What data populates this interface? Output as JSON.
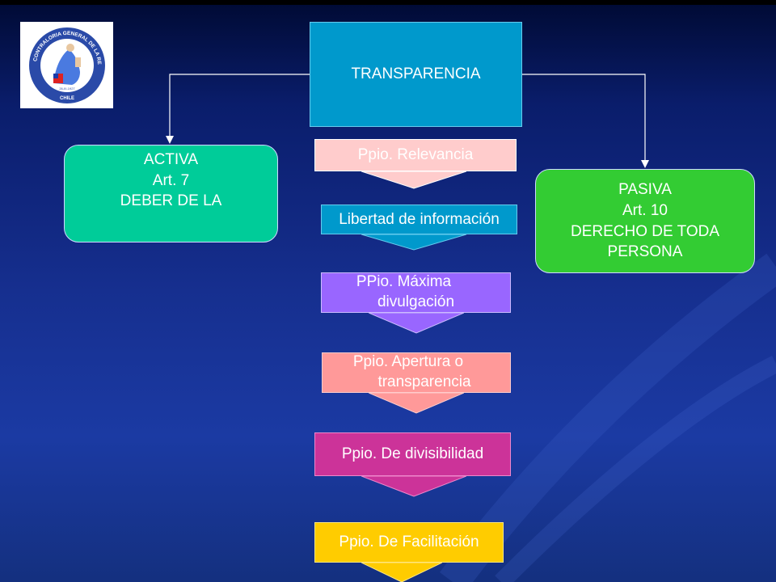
{
  "logo": {
    "text": "CONTRALORIA GENERAL DE LA REPUBLICA",
    "country": "CHILE",
    "date": "26-III-1927"
  },
  "top": {
    "label": "TRANSPARENCIA"
  },
  "activa": {
    "line1": "ACTIVA",
    "line2": "Art. 7",
    "line3": "DEBER DE LA"
  },
  "pasiva": {
    "line1": "PASIVA",
    "line2": "Art. 10",
    "line3": "DERECHO DE TODA",
    "line4": "PERSONA"
  },
  "steps": [
    {
      "line1": "Ppio. Relevancia",
      "line2": ""
    },
    {
      "line1": "Libertad de información",
      "line2": ""
    },
    {
      "line1": "PPio. Máxima",
      "line2": "divulgación"
    },
    {
      "line1": "Ppio. Apertura o",
      "line2": "transparencia"
    },
    {
      "line1": "Ppio. De divisibilidad",
      "line2": ""
    },
    {
      "line1": "Ppio. De Facilitación",
      "line2": ""
    }
  ],
  "colors": {
    "top": "#0099cc",
    "activa": "#00cc99",
    "pasiva": "#33cc33",
    "relevancia": "#ffcccc",
    "libertad": "#0099cc",
    "maxima": "#9966ff",
    "apertura": "#ff9999",
    "divisibilidad": "#cc3399",
    "facilitacion": "#ffcc00"
  }
}
